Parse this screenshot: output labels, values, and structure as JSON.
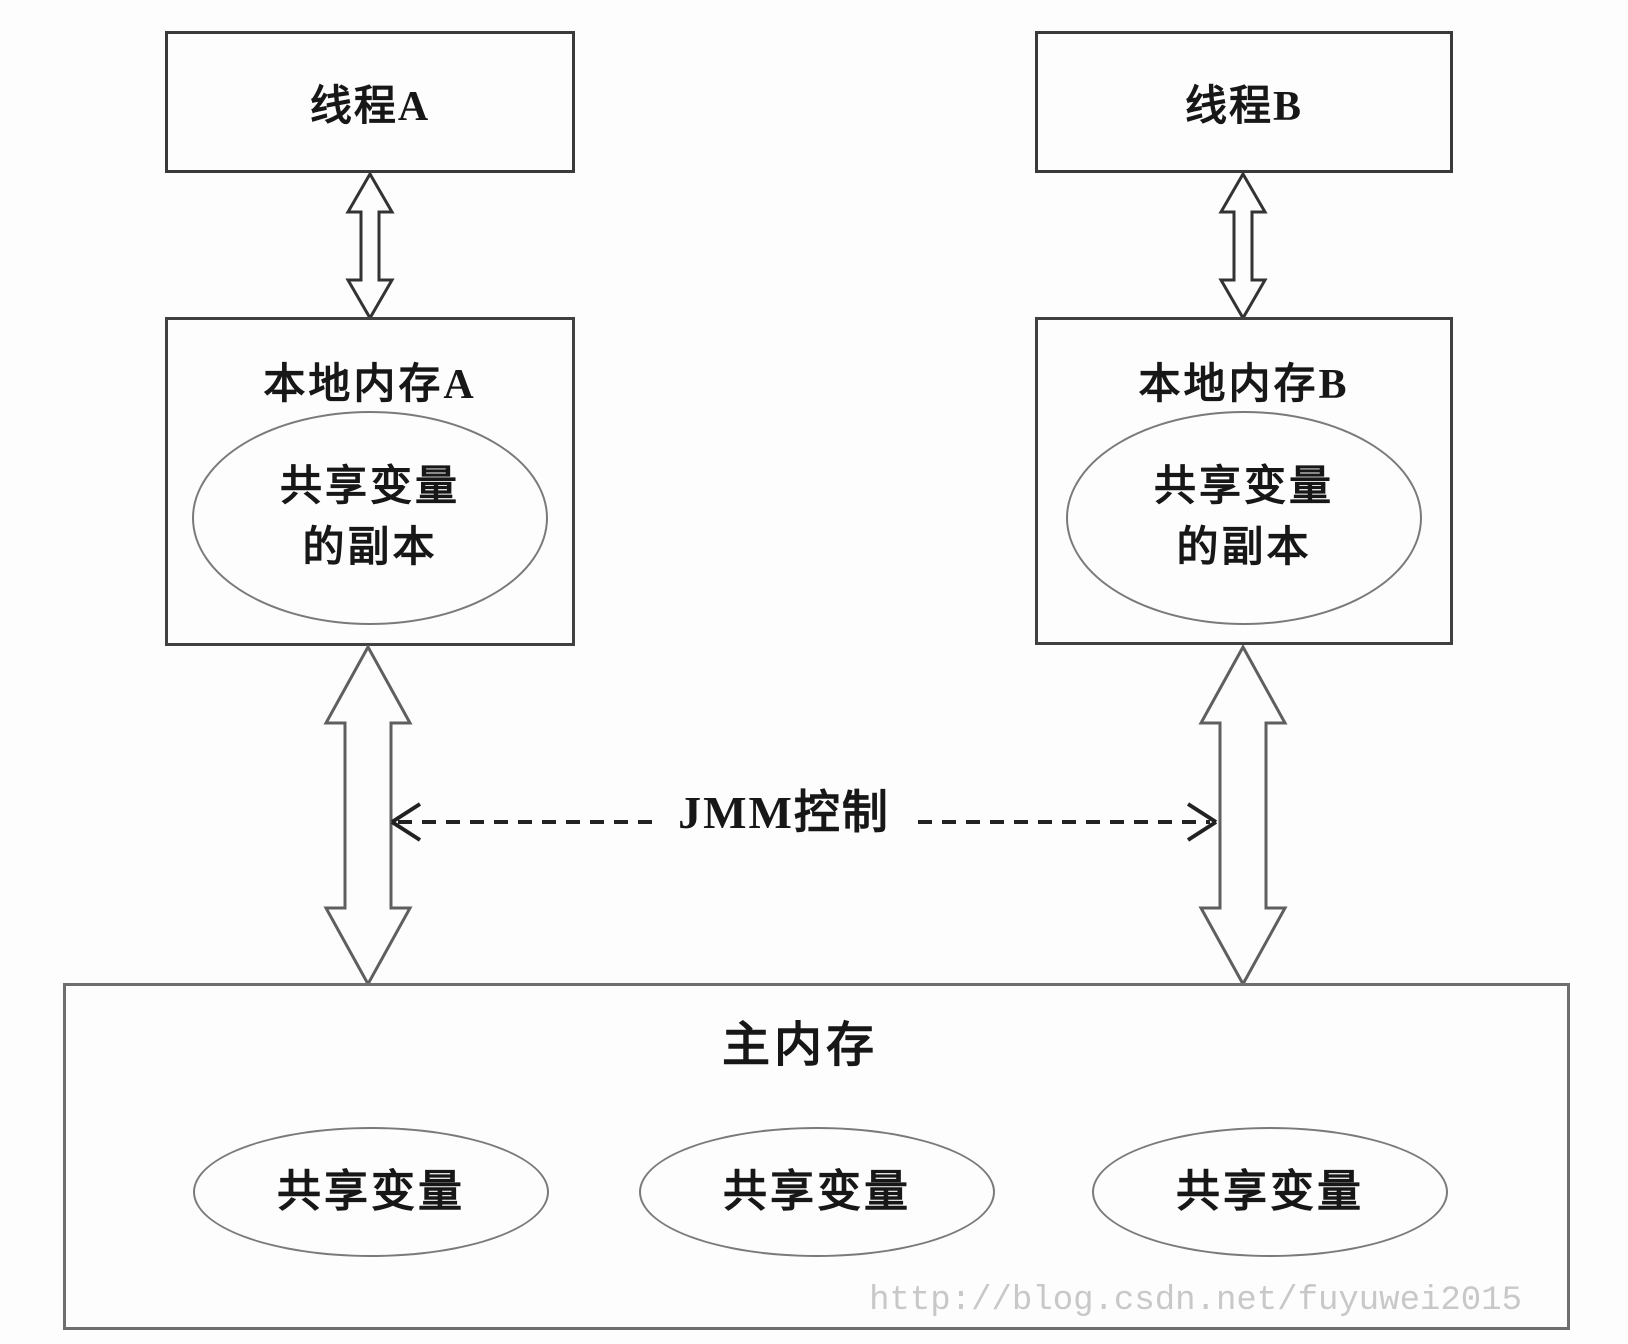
{
  "diagram": {
    "thread_a": {
      "label": "线程A"
    },
    "thread_b": {
      "label": "线程B"
    },
    "local_memory_a": {
      "title": "本地内存A",
      "copy_line1": "共享变量",
      "copy_line2": "的副本"
    },
    "local_memory_b": {
      "title": "本地内存B",
      "copy_line1": "共享变量",
      "copy_line2": "的副本"
    },
    "jmm": {
      "label": "JMM控制"
    },
    "main_memory": {
      "title": "主内存",
      "variables": [
        "共享变量",
        "共享变量",
        "共享变量"
      ]
    },
    "watermark": "http://blog.csdn.net/fuyuwei2015",
    "colors": {
      "background": "#fdfdfd",
      "box_border_dark": "#3a3a3a",
      "box_border_main": "#6e6e6e",
      "ellipse_border": "#7a7a7a",
      "arrow_outline": "#555555",
      "dashed_arrow": "#222222",
      "text": "#171717",
      "watermark": "#c8c8c8"
    }
  }
}
